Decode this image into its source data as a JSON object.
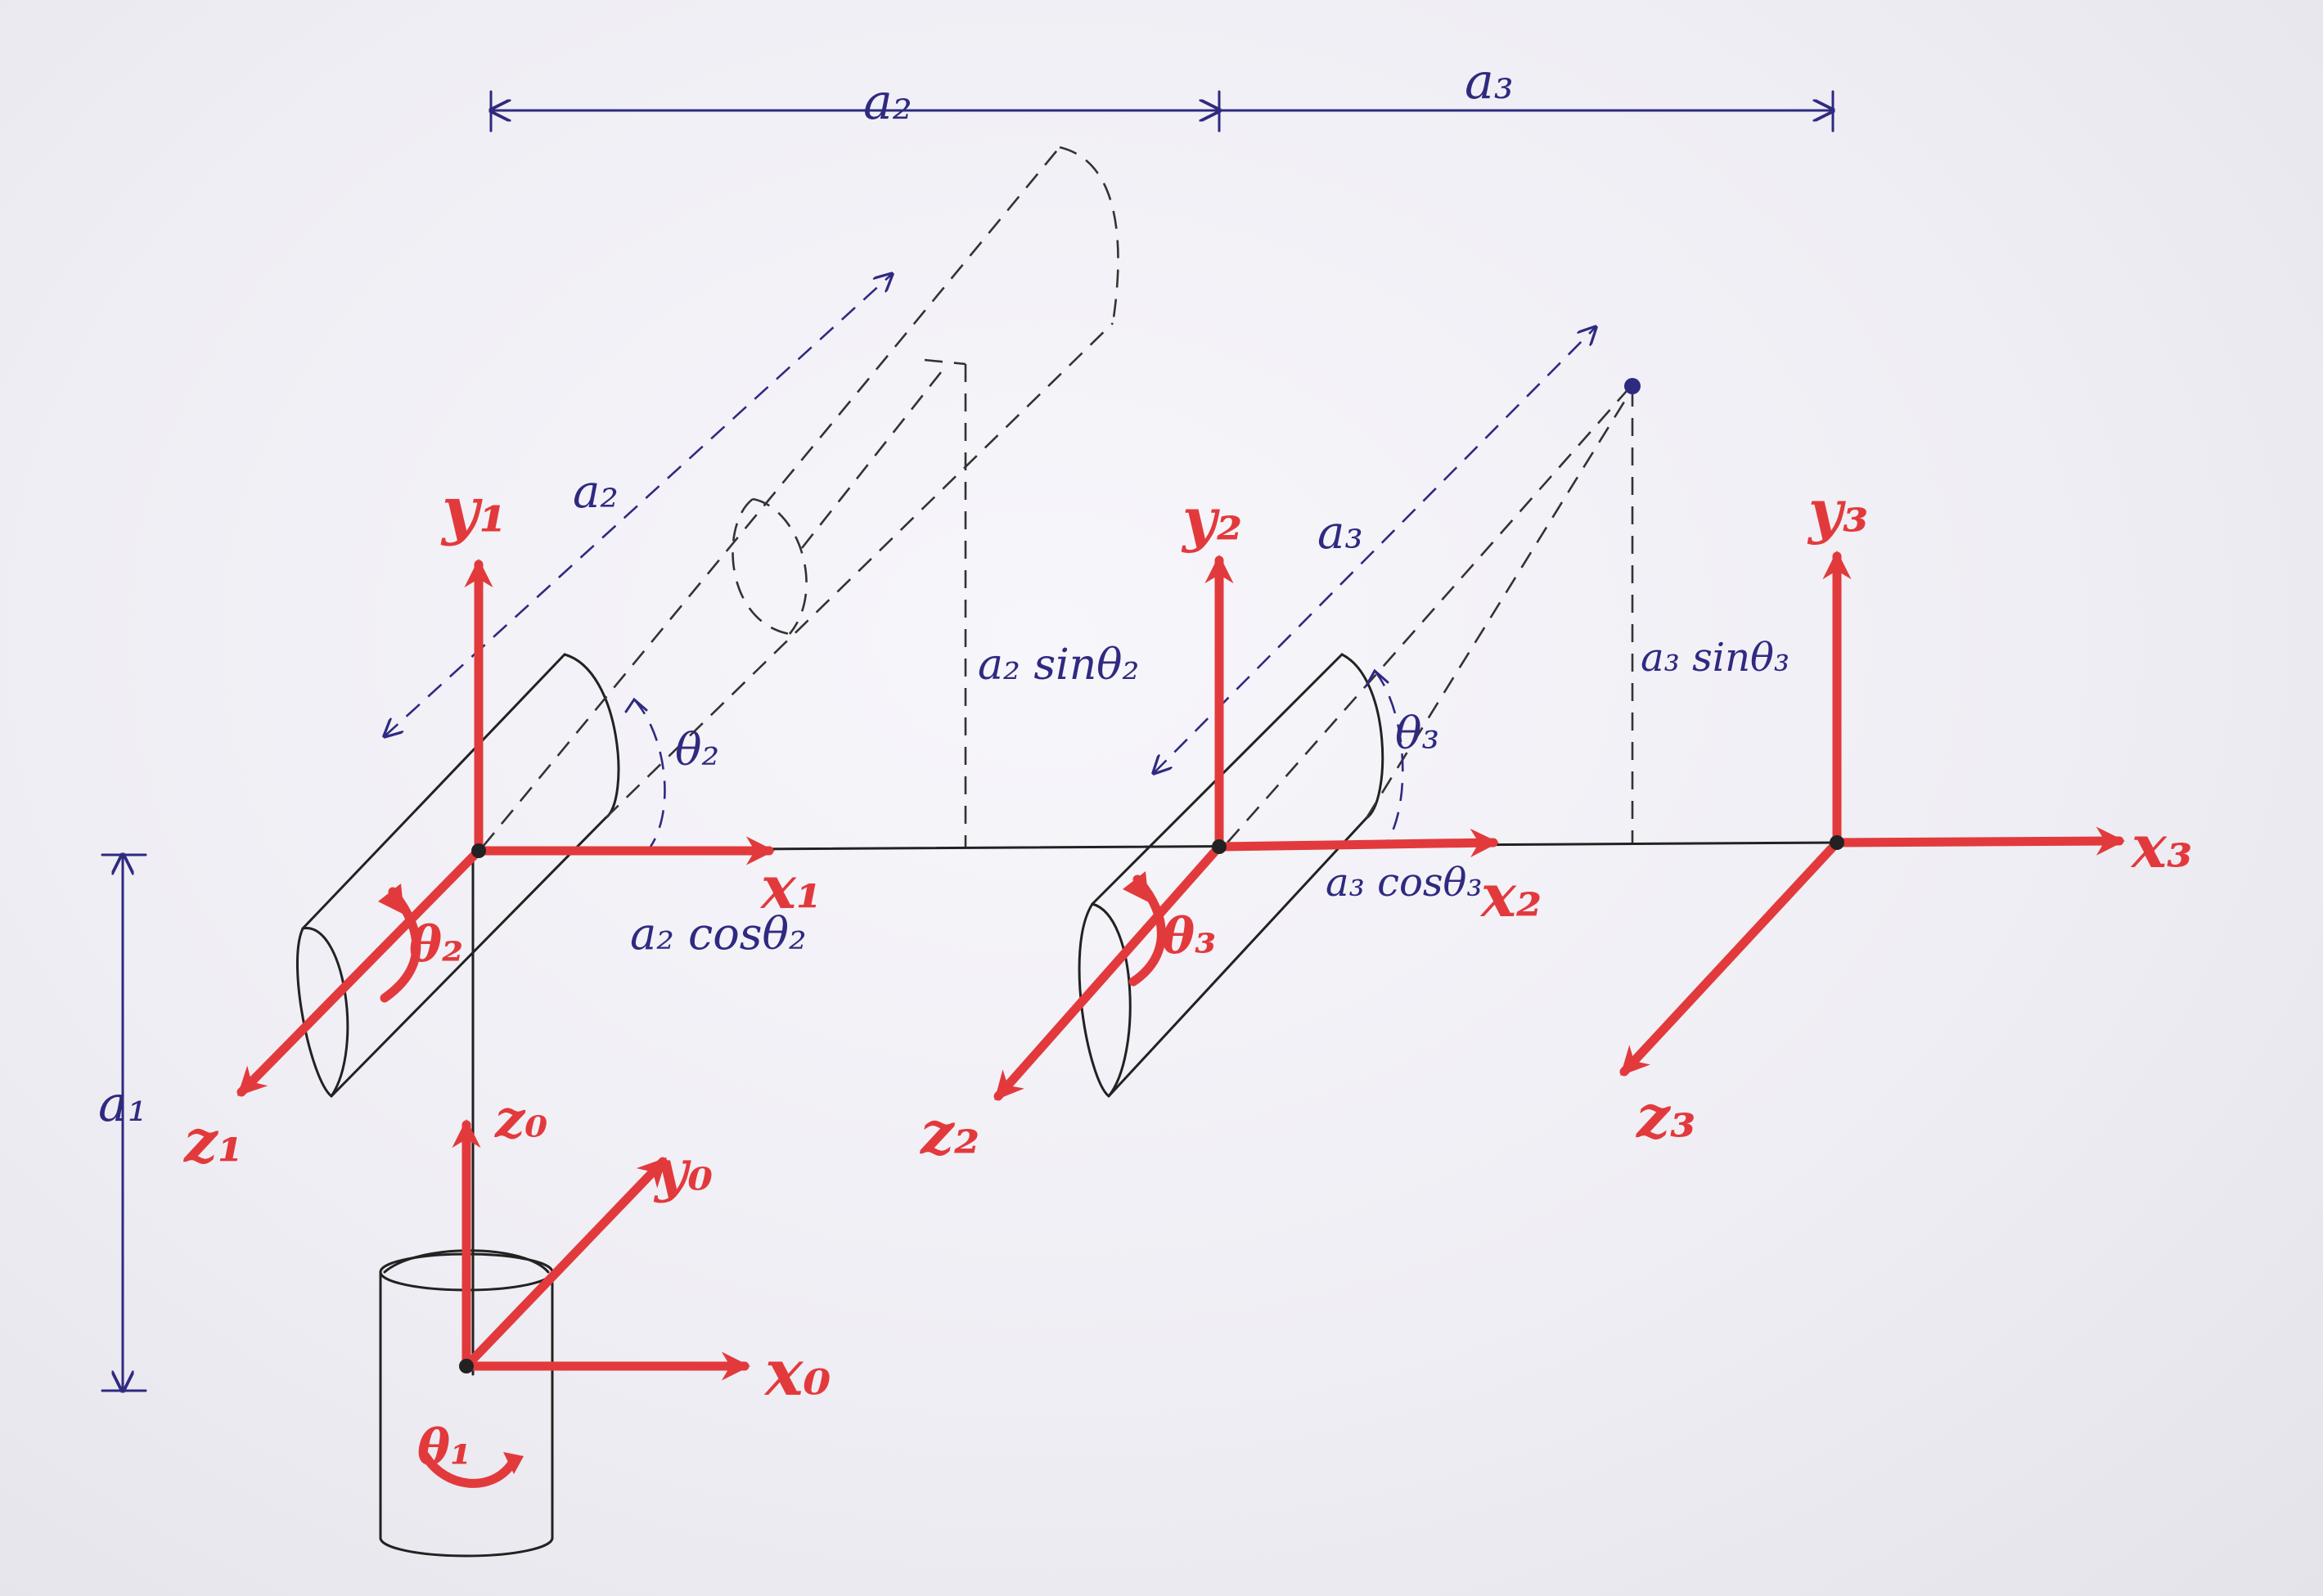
{
  "frames": {
    "frame0": {
      "x": "x₀",
      "y": "y₀",
      "z": "z₀"
    },
    "frame1": {
      "x": "x₁",
      "y": "y₁",
      "z": "z₁"
    },
    "frame2": {
      "x": "x₂",
      "y": "y₂",
      "z": "z₂"
    },
    "frame3": {
      "x": "x₃",
      "y": "y₃",
      "z": "z₃"
    }
  },
  "joint_angles": {
    "theta1": "θ₁",
    "theta2": "θ₂",
    "theta3": "θ₃"
  },
  "dimensions": {
    "a1": "a₁",
    "a2_top": "a₂",
    "a3_top": "a₃",
    "a2_link": "a₂",
    "a3_link": "a₃",
    "a2_sin": "a₂ sinθ₂",
    "a2_cos": "a₂ cosθ₂",
    "a3_sin": "a₃ sinθ₃",
    "a3_cos": "a₃ cosθ₃",
    "theta2_dim": "θ₂",
    "theta3_dim": "θ₃"
  },
  "colors": {
    "frame_axes": "#e23a3c",
    "dimension_ink": "#2f2a80",
    "link_outline": "#222222"
  }
}
